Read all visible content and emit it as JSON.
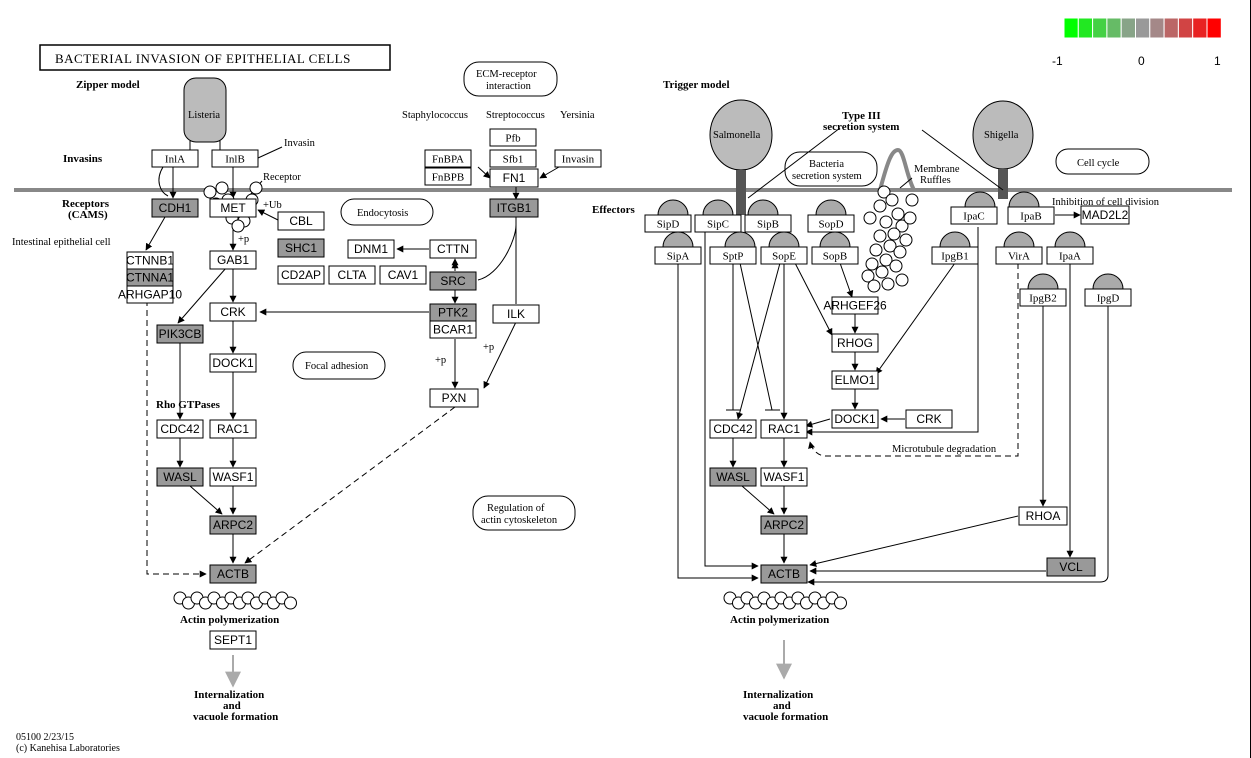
{
  "title": "BACTERIAL INVASION OF EPITHELIAL CELLS",
  "legend": {
    "colors": [
      "#00ff00",
      "#22e822",
      "#44d144",
      "#66bb66",
      "#88a488",
      "#999999",
      "#a48888",
      "#bb6666",
      "#d14444",
      "#e82222",
      "#ff0000"
    ],
    "labels": [
      "-1",
      "0",
      "1"
    ]
  },
  "sections": {
    "zipper": "Zipper model",
    "trigger": "Trigger model",
    "invasins": "Invasins",
    "receptors_1": "Receptors",
    "receptors_2": "(CAMS)",
    "effectors": "Effectors",
    "rho_gtpases": "Rho GTPases",
    "type3_1": "Type III",
    "type3_2": "secretion system",
    "iec": "Intestinal epithelial cell",
    "actin_left": "Actin polymerization",
    "actin_right": "Actin polymerization",
    "intern_left": [
      "Internalization",
      "and",
      "vacuole formation"
    ],
    "intern_right": [
      "Internalization",
      "and",
      "vacuole formation"
    ],
    "footer": [
      "05100 2/23/15",
      "(c) Kanehisa Laboratories"
    ]
  },
  "pathway_links": [
    {
      "id": "ecm",
      "lines": [
        "ECM-receptor",
        "interaction"
      ]
    },
    {
      "id": "endocytosis",
      "lines": [
        "Endocytosis"
      ]
    },
    {
      "id": "focal",
      "lines": [
        "Focal adhesion"
      ]
    },
    {
      "id": "regulation",
      "lines": [
        "Regulation of",
        "actin cytoskeleton"
      ]
    },
    {
      "id": "bss",
      "lines": [
        "Bacteria",
        "secretion system"
      ]
    },
    {
      "id": "cellcycle",
      "lines": [
        "Cell cycle"
      ]
    }
  ],
  "bacteria": {
    "listeria": "Listeria",
    "salmonella": "Salmonella",
    "shigella": "Shigella"
  },
  "pathogens": [
    "Staphylococcus",
    "Streptococcus",
    "Yersinia"
  ],
  "annotations": {
    "invasin": "Invasin",
    "receptor": "Receptor",
    "ub": "+Ub",
    "p1": "+p",
    "p2": "+p",
    "p3": "+p",
    "membrane": "Membrane",
    "ruffles": "Ruffles",
    "inhibition": "Inhibition of cell division",
    "microtubule": "Microtubule degradation"
  },
  "gene_colors": {
    "shaded": "#999999",
    "white": "#ffffff"
  },
  "genes": {
    "cdh1": "CDH1",
    "met": "MET",
    "cbl": "CBL",
    "ctnnb1": "CTNNB1",
    "ctnna1": "CTNNA1",
    "arhgap10": "ARHGAP10",
    "gab1": "GAB1",
    "shc1": "SHC1",
    "cd2ap": "CD2AP",
    "clta": "CLTA",
    "cav1": "CAV1",
    "dnm1": "DNM1",
    "cttn": "CTTN",
    "src": "SRC",
    "ptk2": "PTK2",
    "bcar1": "BCAR1",
    "crk_l": "CRK",
    "pik3cb": "PIK3CB",
    "dock1_l": "DOCK1",
    "itgb1": "ITGB1",
    "fn1": "FN1",
    "ilk": "ILK",
    "pxn": "PXN",
    "cdc42_l": "CDC42",
    "rac1_l": "RAC1",
    "wasl_l": "WASL",
    "wasf1_l": "WASF1",
    "arpc2_l": "ARPC2",
    "actb_l": "ACTB",
    "sept1": "SEPT1",
    "arhgef26": "ARHGEF26",
    "rhog": "RHOG",
    "elmo1": "ELMO1",
    "dock1_r": "DOCK1",
    "crk_r": "CRK",
    "cdc42_r": "CDC42",
    "rac1_r": "RAC1",
    "wasl_r": "WASL",
    "wasf1_r": "WASF1",
    "arpc2_r": "ARPC2",
    "actb_r": "ACTB",
    "rhoa": "RHOA",
    "vcl": "VCL",
    "mad2l2": "MAD2L2"
  },
  "bact_proteins": {
    "inla": "InlA",
    "inlb": "InlB",
    "pfb": "Pfb",
    "sfb1": "Sfb1",
    "fnbpa": "FnBPA",
    "fnbpb": "FnBPB",
    "invasin_y": "Invasin",
    "sipd": "SipD",
    "sipc": "SipC",
    "sipb": "SipB",
    "sopd_top": "SopD",
    "sipa": "SipA",
    "sptp": "SptP",
    "sope": "SopE",
    "sopb": "SopB",
    "ipac": "IpaC",
    "ipab": "IpaB",
    "ipgb1": "IpgB1",
    "vira": "VirA",
    "ipaa": "IpaA",
    "ipgb2": "IpgB2",
    "ipgd": "IpgD"
  }
}
